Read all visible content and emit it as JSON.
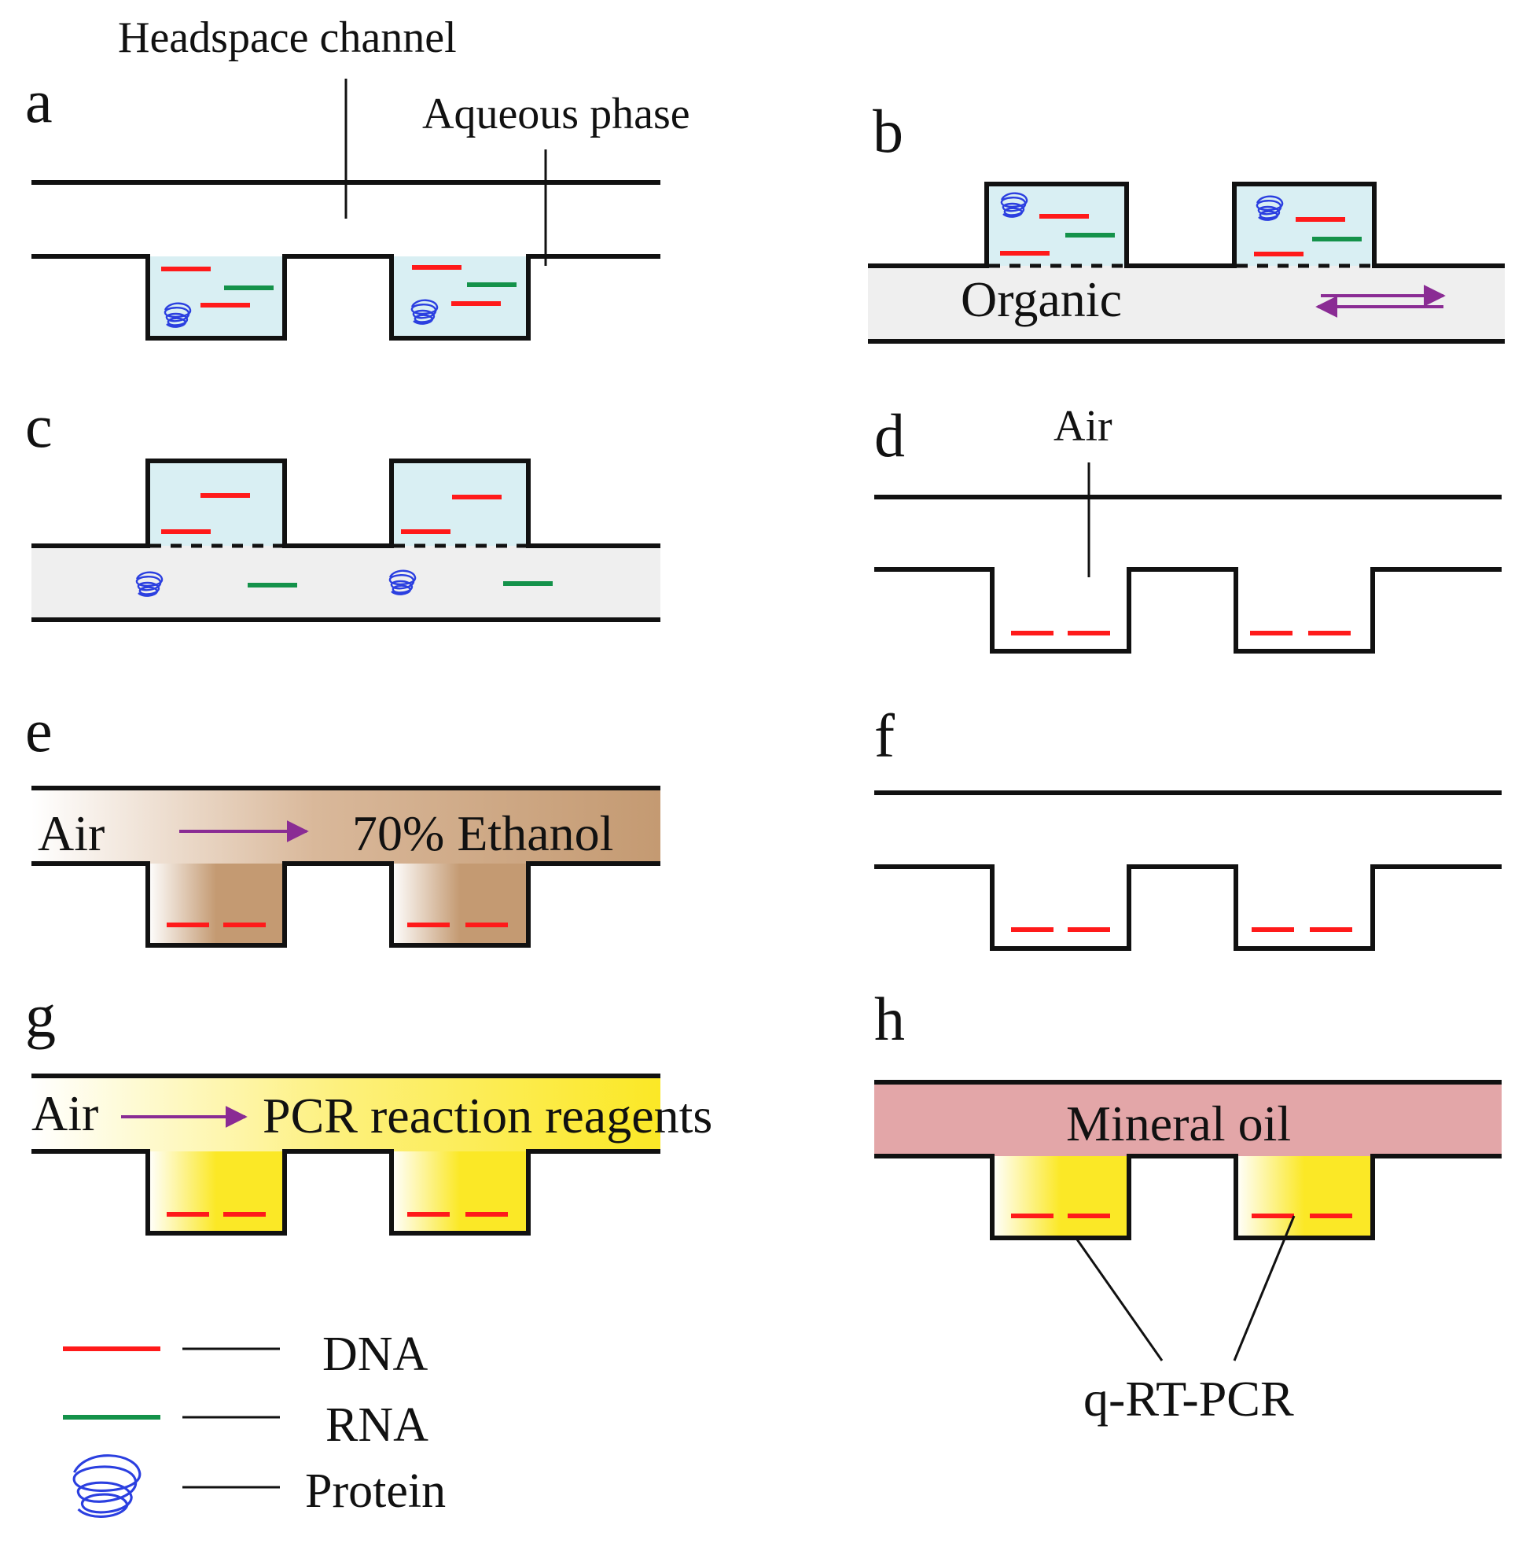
{
  "panels": {
    "a": {
      "letter": "a",
      "headspace_label": "Headspace channel",
      "aqueous_label": "Aqueous phase"
    },
    "b": {
      "letter": "b",
      "organic_label": "Organic"
    },
    "c": {
      "letter": "c"
    },
    "d": {
      "letter": "d",
      "air_label": "Air"
    },
    "e": {
      "letter": "e",
      "air_label": "Air",
      "ethanol_label": "70% Ethanol"
    },
    "f": {
      "letter": "f"
    },
    "g": {
      "letter": "g",
      "air_label": "Air",
      "pcr_label": "PCR reaction reagents"
    },
    "h": {
      "letter": "h",
      "oil_label": "Mineral oil",
      "qpcr_label": "q-RT-PCR"
    }
  },
  "legend": [
    {
      "label": "DNA",
      "icon": "dna-line-icon"
    },
    {
      "label": "RNA",
      "icon": "rna-line-icon"
    },
    {
      "label": "Protein",
      "icon": "protein-coil-icon"
    }
  ],
  "colors": {
    "dna": "#ff1a1a",
    "rna": "#14924a",
    "protein": "#2b3fe0",
    "aqueous": "#d9eff3",
    "organic": "#efefef",
    "ethanol": "#c49a72",
    "pcr_reagents": "#fbe826",
    "mineral_oil": "#e3a6a8",
    "arrow": "#8a2c94",
    "outline": "#111111"
  }
}
